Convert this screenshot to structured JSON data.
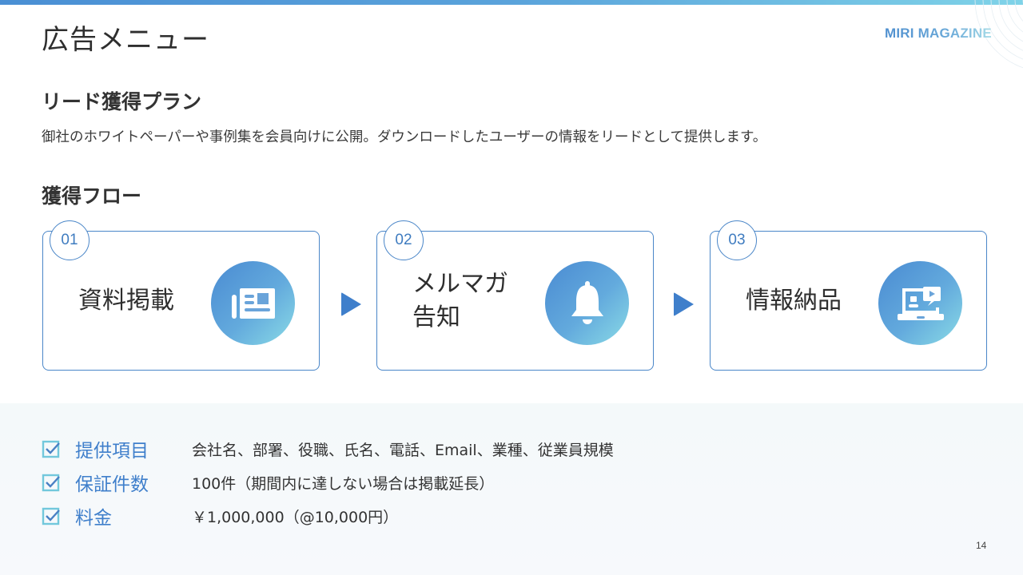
{
  "header": {
    "title": "広告メニュー",
    "brand": "MIRI MAGAZINE"
  },
  "plan": {
    "title": "リード獲得プラン",
    "description": "御社のホワイトペーパーや事例集を会員向けに公開。ダウンロードしたユーザーの情報をリードとして提供します。"
  },
  "flow": {
    "title": "獲得フロー",
    "steps": [
      {
        "number": "01",
        "label": "資料掲載",
        "icon": "newspaper-icon"
      },
      {
        "number": "02",
        "label_line1": "メルマガ",
        "label_line2": "告知",
        "icon": "bell-icon"
      },
      {
        "number": "03",
        "label": "情報納品",
        "icon": "laptop-video-icon"
      }
    ],
    "arrow_icon": "play-triangle-icon"
  },
  "specs": [
    {
      "label": "提供項目",
      "value": "会社名、部署、役職、氏名、電話、Email、業種、従業員規模",
      "icon": "checkbox-checked-icon"
    },
    {
      "label": "保証件数",
      "value": "100件（期間内に達しない場合は掲載延長）",
      "icon": "checkbox-checked-icon"
    },
    {
      "label": "料金",
      "value": "￥1,000,000（@10,000円）",
      "icon": "checkbox-checked-icon"
    }
  ],
  "footer": {
    "page_number": "14"
  },
  "colors": {
    "accent": "#3f7fcb",
    "card_border": "#4a86c8",
    "gradient_start": "#4a8bd2",
    "gradient_end": "#8adbe6",
    "check": "#6cc5d9"
  }
}
